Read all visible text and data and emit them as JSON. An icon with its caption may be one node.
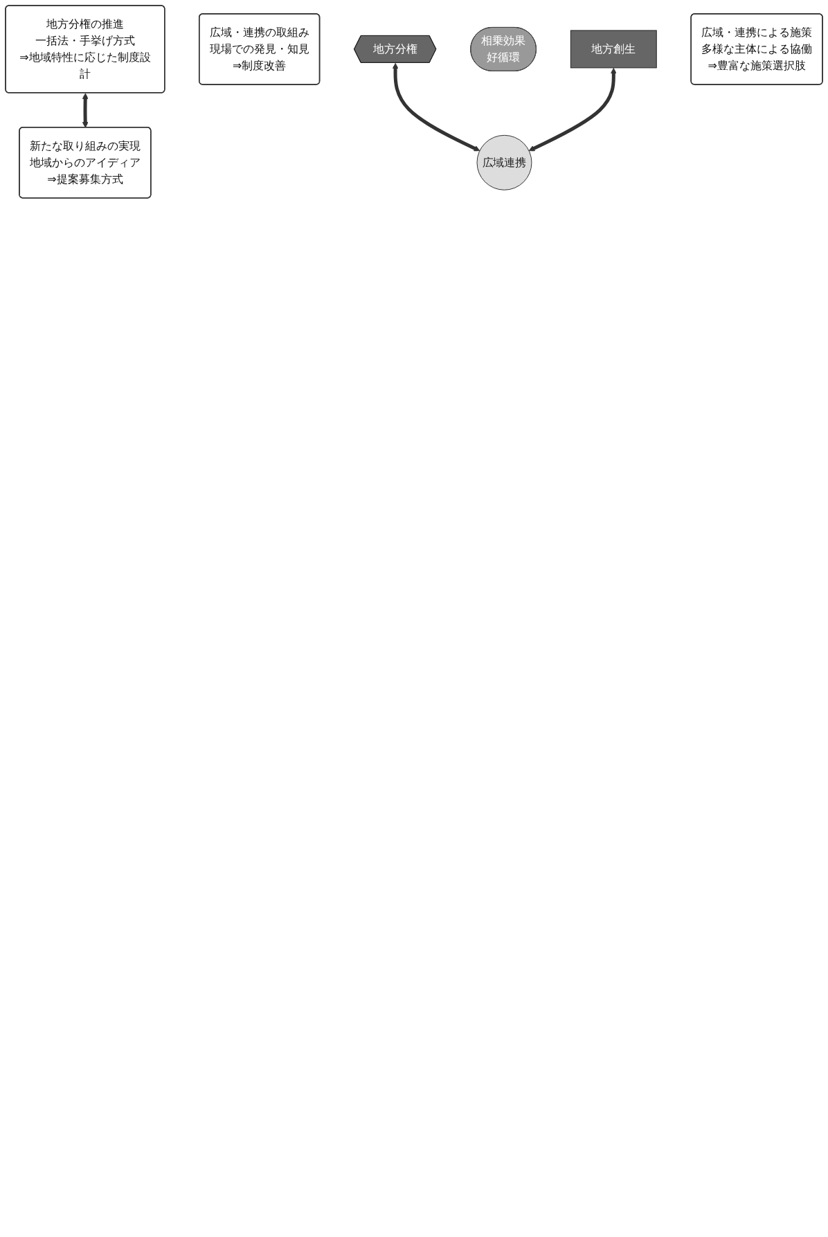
{
  "diagram": {
    "nodes": [
      {
        "text": [
          "地方分権の推進",
          "一括法・手挙げ方式",
          "⇒地域特性に応じた制度設計"
        ]
      },
      {
        "text": [
          "広域・連携の取組み",
          "現場での発見・知見",
          "⇒制度改善"
        ]
      },
      {
        "text": [
          "地方分権"
        ]
      },
      {
        "text": [
          "相乗効果",
          "好循環"
        ]
      },
      {
        "text": [
          "広域連携"
        ]
      },
      {
        "text": [
          "地方創生"
        ]
      },
      {
        "text": [
          "新たな取り組みの実現",
          "地域からのアイディア",
          "⇒提案募集方式"
        ]
      },
      {
        "text": [
          "広域・連携による施策",
          "多様な主体による協働",
          "⇒豊富な施策選択肢"
        ]
      }
    ],
    "edges": [
      {
        "from": 0,
        "to": 6,
        "arrow": "both"
      },
      {
        "from": 2,
        "to": 4,
        "arrow": "both"
      },
      {
        "from": 5,
        "to": 4,
        "arrow": "both"
      }
    ]
  }
}
